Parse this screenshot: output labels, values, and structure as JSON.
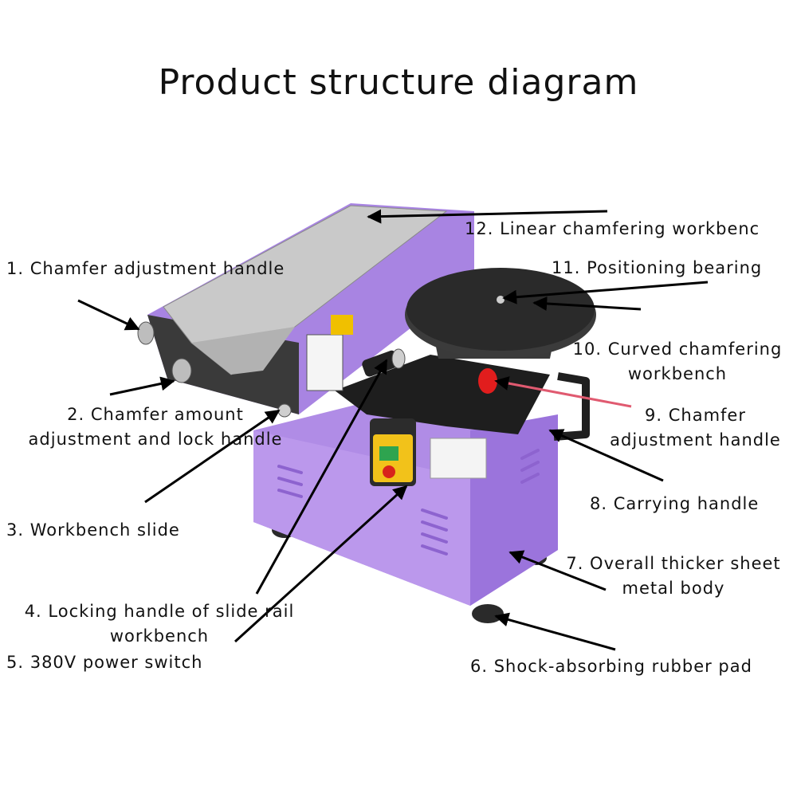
{
  "title": "Product structure diagram",
  "colors": {
    "body": "#b08ce6",
    "body_shade": "#8d63cf",
    "steel": "#c9c9c9",
    "dark": "#2a2a2a",
    "switch": "#f2c21a",
    "arrow": "#000000"
  },
  "labels": {
    "l1": "1. Chamfer adjustment handle",
    "l2a": "2. Chamfer amount",
    "l2b": "adjustment and lock handle",
    "l3": "3. Workbench slide",
    "l4a": "4. Locking handle of slide rail",
    "l4b": "workbench",
    "l5": "5. 380V power switch",
    "l6": "6. Shock-absorbing rubber pad",
    "l7a": "7. Overall thicker sheet",
    "l7b": "metal body",
    "l8": "8. Carrying handle",
    "l9a": "9. Chamfer",
    "l9b": "adjustment handle",
    "l10a": "10. Curved chamfering",
    "l10b": "workbench",
    "l11": "11. Positioning bearing",
    "l12": "12. Linear chamfering workbenc"
  }
}
